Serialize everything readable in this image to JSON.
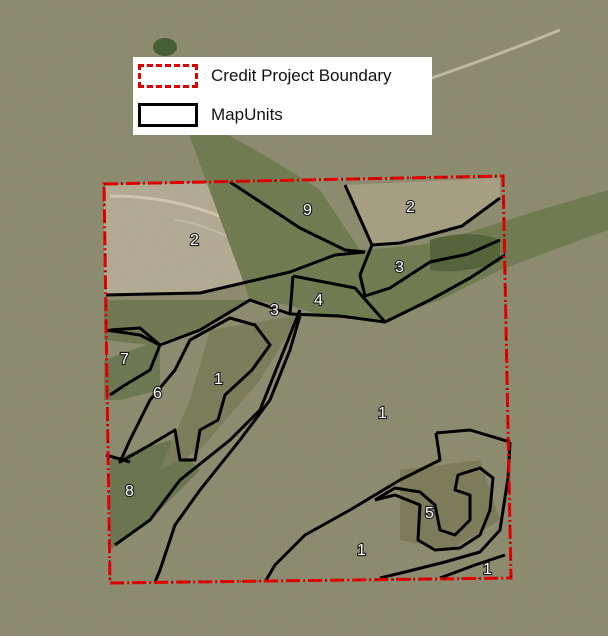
{
  "legend": {
    "boundary_label": "Credit Project Boundary",
    "units_label": "MapUnits"
  },
  "colors": {
    "boundary": "#e00000",
    "map_unit_lines": "#000000"
  },
  "map_unit_labels": [
    "9",
    "2",
    "2",
    "3",
    "4",
    "3",
    "7",
    "6",
    "1",
    "1",
    "8",
    "5",
    "1",
    "1"
  ]
}
